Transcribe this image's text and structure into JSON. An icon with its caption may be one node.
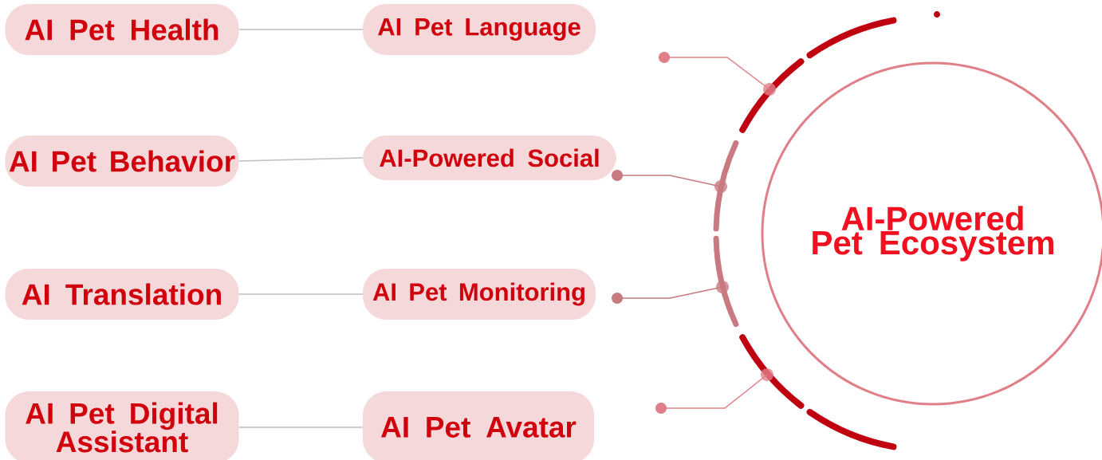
{
  "diagram": {
    "nodes": [
      {
        "text": [
          "AI Pet Health"
        ]
      },
      {
        "text": [
          "AI Pet Language"
        ]
      },
      {
        "text": [
          "AI Pet Behavior"
        ]
      },
      {
        "text": [
          "AI-Powered Social"
        ]
      },
      {
        "text": [
          "AI Translation"
        ]
      },
      {
        "text": [
          "AI Pet Monitoring"
        ]
      },
      {
        "text": [
          "AI Pet Digital Assistant"
        ]
      },
      {
        "text": [
          "AI Pet Avatar"
        ]
      },
      {
        "text": [
          "AI-Powered Pet Ecosystem"
        ]
      }
    ],
    "edges": [
      {
        "from": 0,
        "to": 1,
        "arrow": "none"
      },
      {
        "from": 2,
        "to": 3,
        "arrow": "none"
      },
      {
        "from": 4,
        "to": 5,
        "arrow": "none"
      },
      {
        "from": 6,
        "to": 7,
        "arrow": "none"
      }
    ]
  }
}
